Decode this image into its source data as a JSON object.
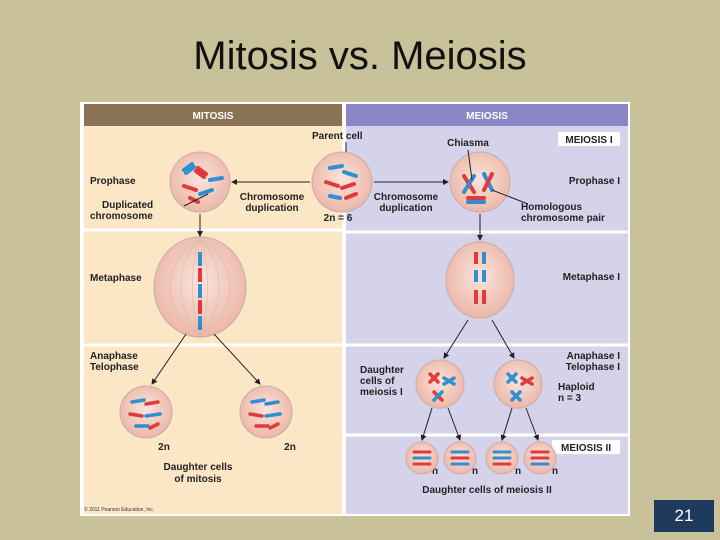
{
  "slide": {
    "title": "Mitosis vs. Meiosis",
    "page_number": "21"
  },
  "figure": {
    "mitosis_header": "MITOSIS",
    "meiosis_header": "MEIOSIS",
    "parent_cell": "Parent cell",
    "chiasma": "Chiasma",
    "meiosis_i": "MEIOSIS I",
    "meiosis_ii": "MEIOSIS II",
    "prophase": "Prophase",
    "prophase_i": "Prophase I",
    "duplicated_chromosome": [
      "Duplicated",
      "chromosome"
    ],
    "chromosome_duplication": [
      "Chromosome",
      "duplication"
    ],
    "parent_ploidy": "2n = 6",
    "homologous_pair": [
      "Homologous",
      "chromosome pair"
    ],
    "metaphase": "Metaphase",
    "metaphase_i": "Metaphase I",
    "anaphase_telophase": [
      "Anaphase",
      "Telophase"
    ],
    "anaphase_telophase_i": [
      "Anaphase I",
      "Telophase I"
    ],
    "daughter_cells_meiosis_i": [
      "Daughter",
      "cells of",
      "meiosis I"
    ],
    "haploid": [
      "Haploid",
      "n = 3"
    ],
    "mitosis_daughter_ploidy": [
      "2n",
      "2n"
    ],
    "daughter_cells_of_mitosis": [
      "Daughter cells",
      "of mitosis"
    ],
    "meiosis_ii_daughter_ploidy": [
      "n",
      "n",
      "n",
      "n"
    ],
    "daughter_cells_of_meiosis_ii": "Daughter cells of meiosis II",
    "copyright": "© 2011 Pearson Education, Inc."
  },
  "colors": {
    "mitosis_header": "#8b7355",
    "meiosis_header": "#8a86c6",
    "mitosis_panel": "#fbe7c6",
    "meiosis_panel": "#d5d3ea",
    "cell": "#f6cfc4",
    "chromosome_red": "#e03a3a",
    "chromosome_blue": "#2f8fd0"
  }
}
